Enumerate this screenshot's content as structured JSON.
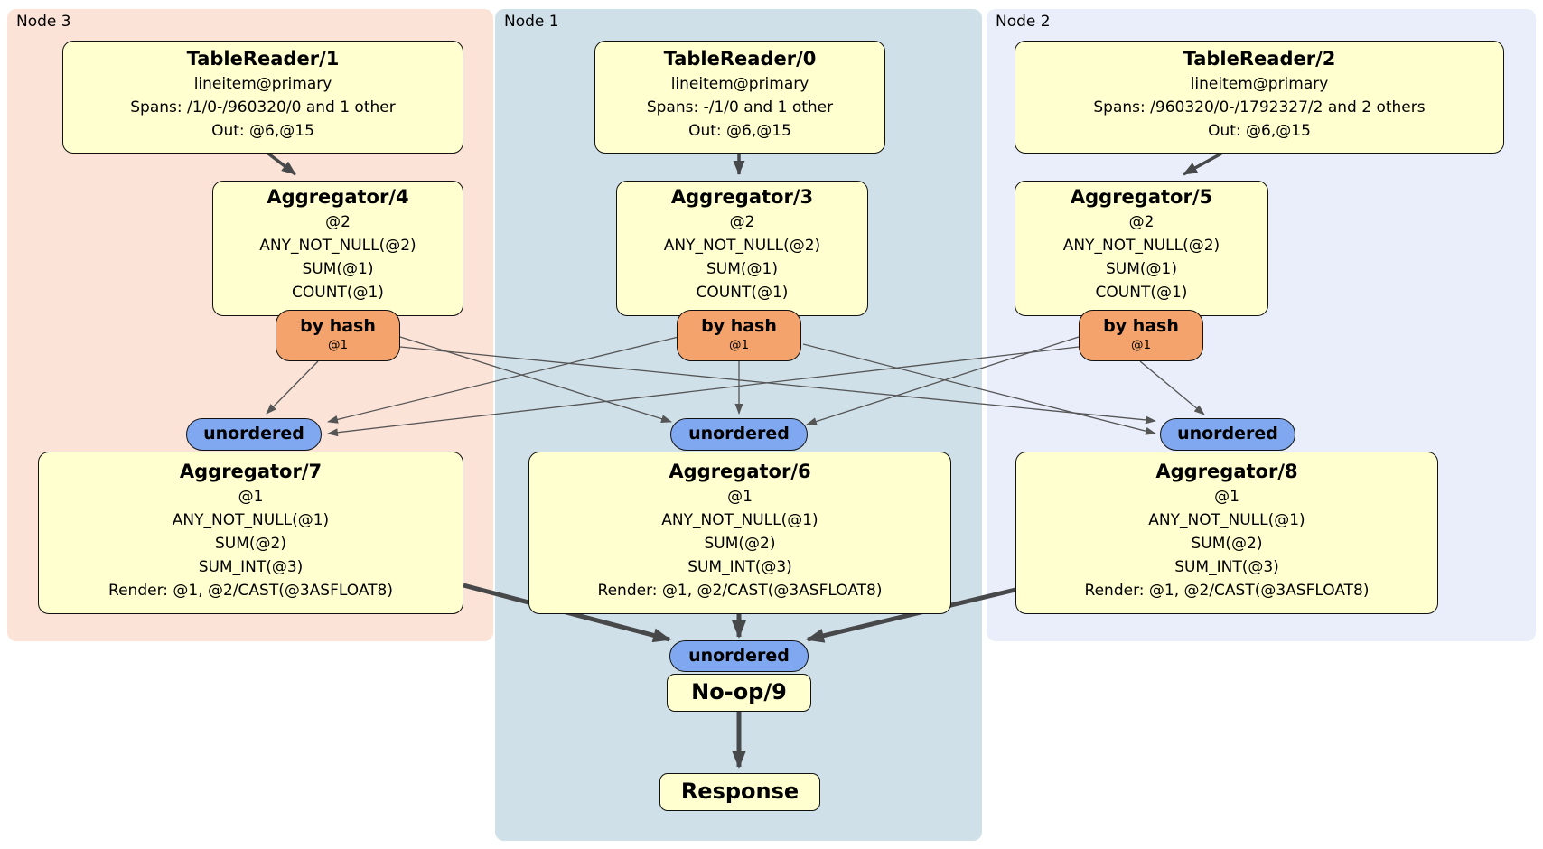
{
  "diagram": {
    "node_groups": {
      "node3": {
        "label": "Node 3"
      },
      "node1": {
        "label": "Node 1"
      },
      "node2": {
        "label": "Node 2"
      }
    },
    "processors": {
      "tr1": {
        "title": "TableReader/1",
        "lines": [
          "lineitem@primary",
          "Spans: /1/0-/960320/0 and 1 other",
          "Out: @6,@15"
        ]
      },
      "tr0": {
        "title": "TableReader/0",
        "lines": [
          "lineitem@primary",
          "Spans: -/1/0 and 1 other",
          "Out: @6,@15"
        ]
      },
      "tr2": {
        "title": "TableReader/2",
        "lines": [
          "lineitem@primary",
          "Spans: /960320/0-/1792327/2 and 2 others",
          "Out: @6,@15"
        ]
      },
      "agg4": {
        "title": "Aggregator/4",
        "lines": [
          "@2",
          "ANY_NOT_NULL(@2)",
          "SUM(@1)",
          "COUNT(@1)"
        ]
      },
      "agg3": {
        "title": "Aggregator/3",
        "lines": [
          "@2",
          "ANY_NOT_NULL(@2)",
          "SUM(@1)",
          "COUNT(@1)"
        ]
      },
      "agg5": {
        "title": "Aggregator/5",
        "lines": [
          "@2",
          "ANY_NOT_NULL(@2)",
          "SUM(@1)",
          "COUNT(@1)"
        ]
      },
      "agg7": {
        "title": "Aggregator/7",
        "lines": [
          "@1",
          "ANY_NOT_NULL(@1)",
          "SUM(@2)",
          "SUM_INT(@3)",
          "Render: @1, @2/CAST(@3ASFLOAT8)"
        ]
      },
      "agg6": {
        "title": "Aggregator/6",
        "lines": [
          "@1",
          "ANY_NOT_NULL(@1)",
          "SUM(@2)",
          "SUM_INT(@3)",
          "Render: @1, @2/CAST(@3ASFLOAT8)"
        ]
      },
      "agg8": {
        "title": "Aggregator/8",
        "lines": [
          "@1",
          "ANY_NOT_NULL(@1)",
          "SUM(@2)",
          "SUM_INT(@3)",
          "Render: @1, @2/CAST(@3ASFLOAT8)"
        ]
      },
      "noop": {
        "title": "No-op/9"
      },
      "response": {
        "title": "Response"
      }
    },
    "routers": {
      "by_hash": {
        "label": "by hash",
        "sub": "@1"
      },
      "unordered": {
        "label": "unordered"
      }
    },
    "colors": {
      "node3_bg": "#fce3d7",
      "node1_bg": "#cfe0e9",
      "node2_bg": "#e9eefa",
      "box_bg": "#ffffcf",
      "hash_router_bg": "#f4a36c",
      "sync_bg": "#7fa8f0",
      "edge_thin": "#555555",
      "edge_thick": "#47484a"
    }
  }
}
